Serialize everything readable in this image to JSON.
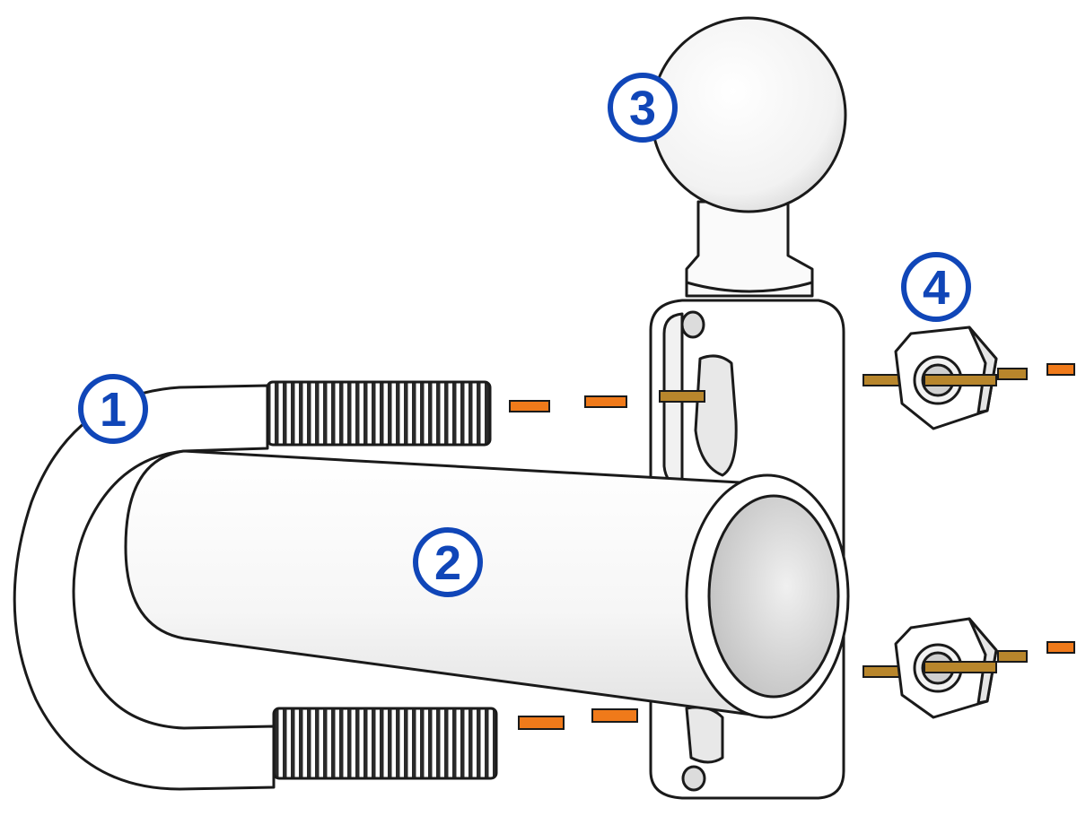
{
  "callouts": [
    {
      "id": "1",
      "label": "1",
      "part": "u-bolt"
    },
    {
      "id": "2",
      "label": "2",
      "part": "tube"
    },
    {
      "id": "3",
      "label": "3",
      "part": "ball-mount"
    },
    {
      "id": "4",
      "label": "4",
      "part": "nuts"
    }
  ],
  "colors": {
    "callout": "#1046b8",
    "ink": "#1a1a1a",
    "part_fill": "#ffffff",
    "part_shade": "#e4e4e4",
    "dash_orange": "#f07a1a",
    "dash_tan": "#b8862c"
  }
}
